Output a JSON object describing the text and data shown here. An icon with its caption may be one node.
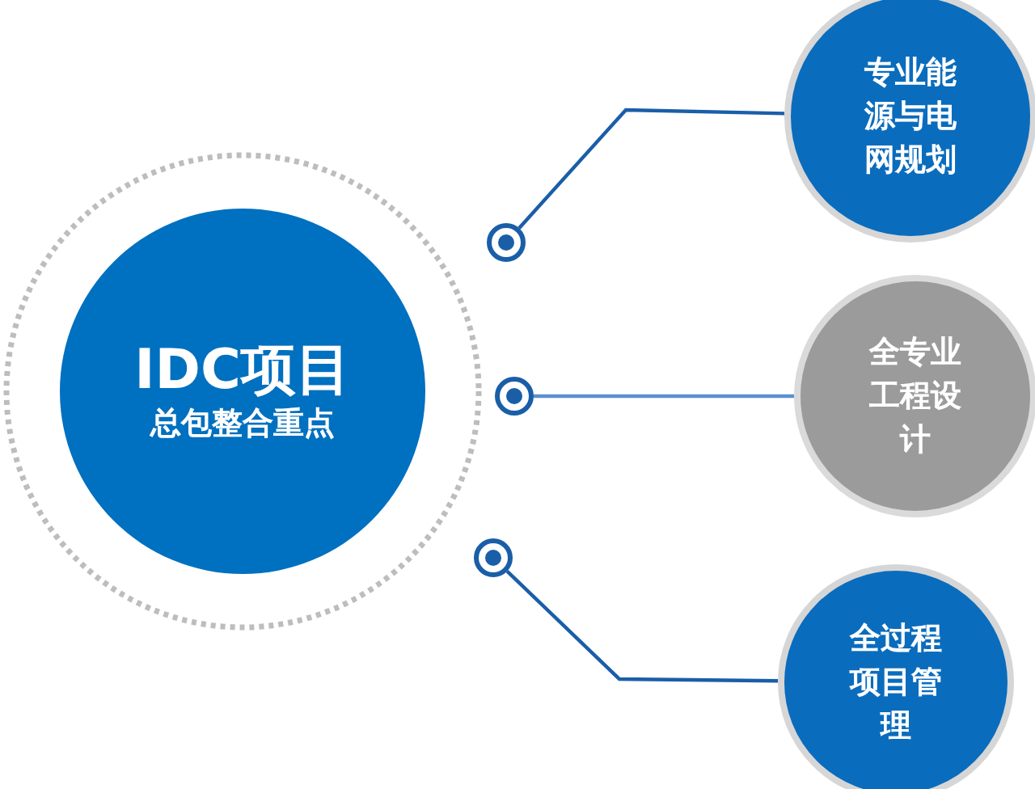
{
  "diagram": {
    "nodes": [
      {
        "text": [
          "IDC项目",
          "总包整合重点"
        ]
      },
      {
        "text": [],
        "shape": "circle"
      },
      {
        "text": [
          "专业能源与电网规划"
        ]
      },
      {
        "text": [],
        "shape": "circle"
      },
      {
        "text": [
          "全专业工程设计"
        ]
      },
      {
        "text": [],
        "shape": "circle"
      },
      {
        "text": [
          "全过程项目管理"
        ]
      }
    ],
    "edges": [
      {
        "from": 1,
        "to": 2,
        "arrow": "none"
      },
      {
        "from": 3,
        "to": 4,
        "arrow": "none",
        "color": "#5b8fd0"
      },
      {
        "from": 5,
        "to": 6,
        "arrow": "none"
      }
    ]
  }
}
